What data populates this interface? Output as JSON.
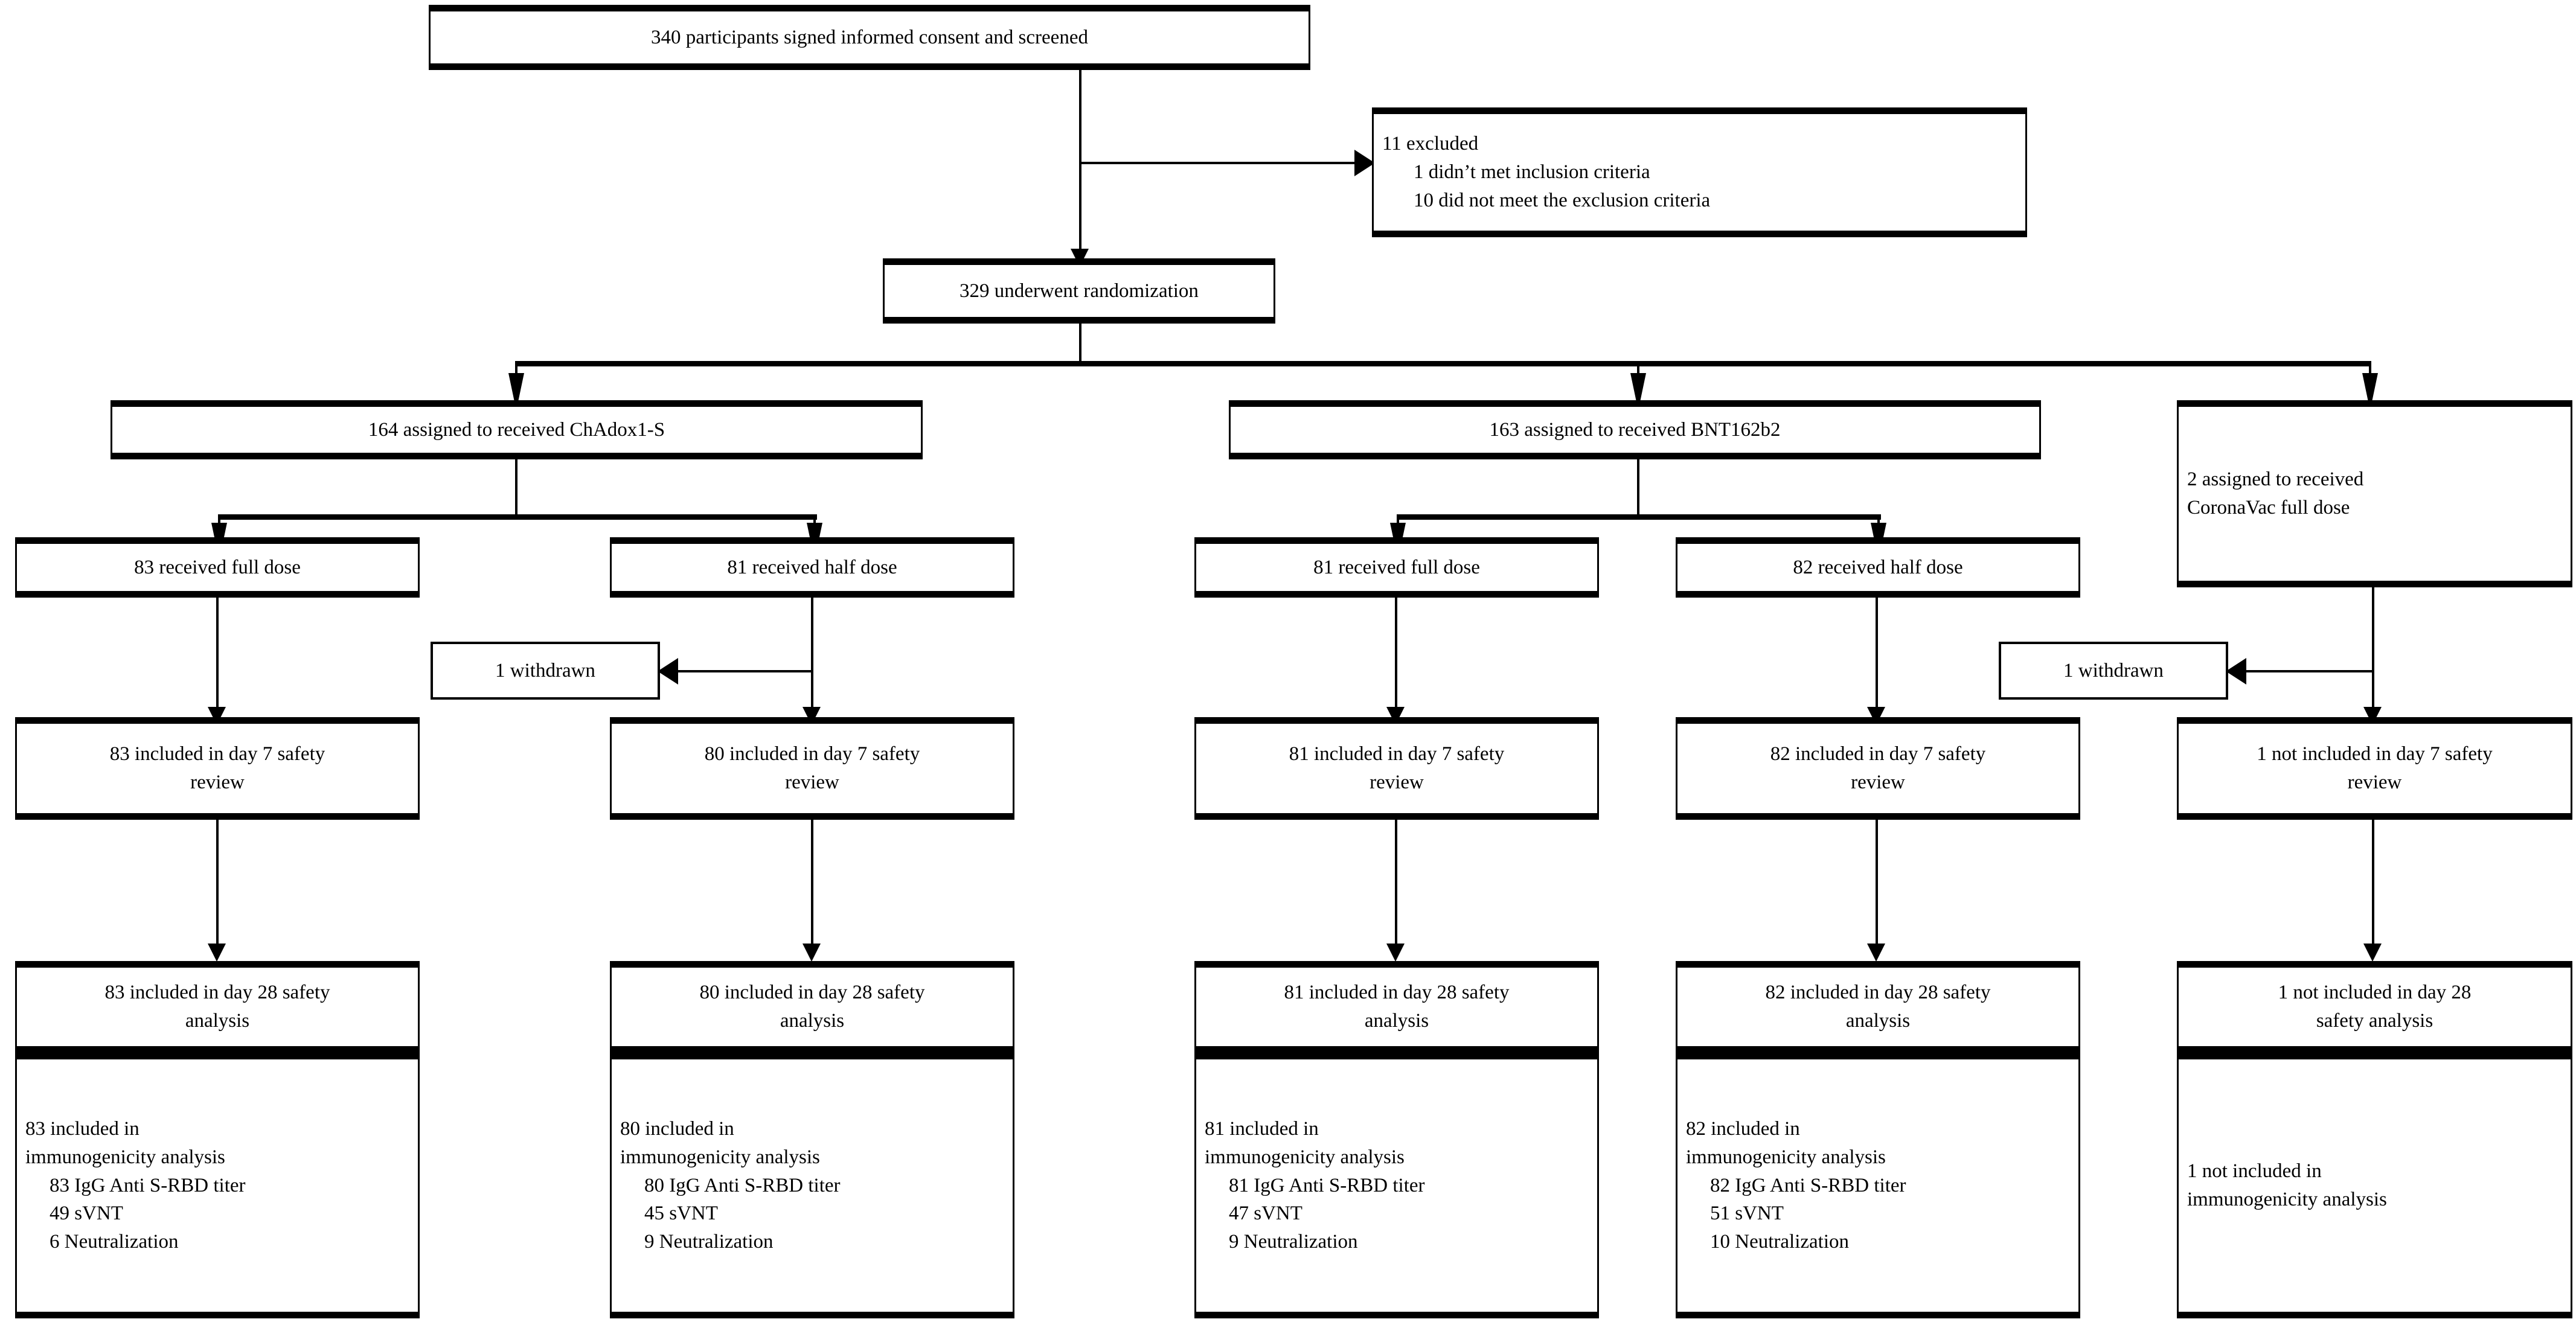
{
  "diagram": {
    "type": "consort-flow-diagram",
    "accent_color": "#000000",
    "background_color": "#ffffff",
    "enrollment": {
      "screened": "340 participants signed informed consent and screened",
      "excluded_title": "11 excluded",
      "excluded_reason_1": "1 didn’t met inclusion criteria",
      "excluded_reason_2": "10 did not meet the exclusion criteria",
      "randomized": "329 underwent randomization"
    },
    "arms": {
      "chadox1": "164 assigned to received ChAdox1-S",
      "bnt162b2": "163 assigned to received BNT162b2",
      "coronavac_line1": "2 assigned to received",
      "coronavac_line2": "CoronaVac full dose"
    },
    "withdrawn": {
      "chadox1_half": "1 withdrawn",
      "coronavac": "1 withdrawn"
    },
    "columns": [
      {
        "id": "chadox1-full",
        "dose": "83 received full dose",
        "day7_line1": "83 included in day 7 safety",
        "day7_line2": "review",
        "day28_line1": "83 included in day 28  safety",
        "day28_line2": "analysis",
        "immuno_line1": "83 included in",
        "immuno_line2": "immunogenicity analysis",
        "immuno_items": [
          "83 IgG Anti S-RBD titer",
          "49 sVNT",
          "6 Neutralization"
        ]
      },
      {
        "id": "chadox1-half",
        "dose": "81 received half dose",
        "day7_line1": "80 included in day 7 safety",
        "day7_line2": "review",
        "day28_line1": "80 included in day 28  safety",
        "day28_line2": "analysis",
        "immuno_line1": "80 included in",
        "immuno_line2": "immunogenicity analysis",
        "immuno_items": [
          "80 IgG Anti S-RBD titer",
          "45 sVNT",
          "9 Neutralization"
        ]
      },
      {
        "id": "bnt162b2-full",
        "dose": "81 received full dose",
        "day7_line1": "81 included in day 7 safety",
        "day7_line2": "review",
        "day28_line1": "81 included in day 28  safety",
        "day28_line2": "analysis",
        "immuno_line1": "81 included in",
        "immuno_line2": "immunogenicity analysis",
        "immuno_items": [
          "81 IgG Anti S-RBD titer",
          "47 sVNT",
          "9 Neutralization"
        ]
      },
      {
        "id": "bnt162b2-half",
        "dose": "82 received half dose",
        "day7_line1": "82 included in day 7 safety",
        "day7_line2": "review",
        "day28_line1": "82 included in day 28  safety",
        "day28_line2": "analysis",
        "immuno_line1": "82 included in",
        "immuno_line2": "immunogenicity analysis",
        "immuno_items": [
          "82 IgG Anti S-RBD titer",
          "51 sVNT",
          "10 Neutralization"
        ]
      },
      {
        "id": "coronavac-full",
        "dose": "",
        "day7_line1": "1 not included in day 7 safety",
        "day7_line2": "review",
        "day28_line1": "1 not included in day 28",
        "day28_line2": "safety analysis",
        "immuno_line1": "1 not included in",
        "immuno_line2": "immunogenicity analysis",
        "immuno_items": []
      }
    ]
  }
}
